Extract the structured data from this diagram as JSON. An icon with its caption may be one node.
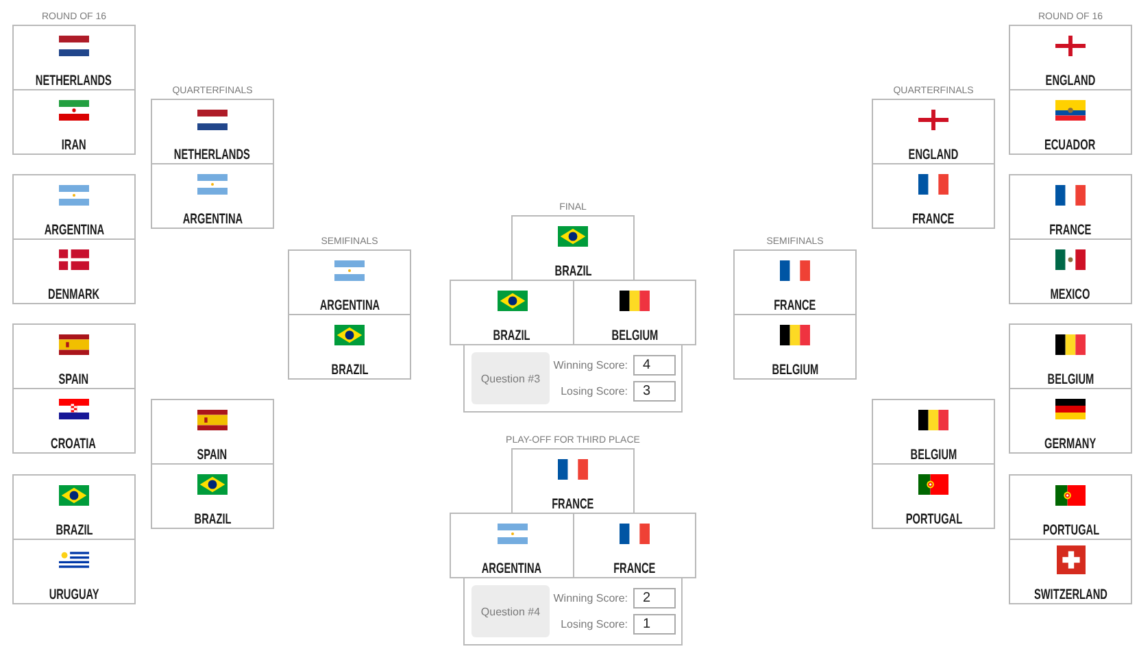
{
  "diagram": {
    "nodes": [
      {
        "text": [
          "NETHERLANDS"
        ]
      },
      {
        "text": [
          "IRAN"
        ]
      },
      {
        "text": [
          "ARGENTINA"
        ]
      },
      {
        "text": [
          "DENMARK"
        ]
      },
      {
        "text": [
          "SPAIN"
        ]
      },
      {
        "text": [
          "CROATIA"
        ]
      },
      {
        "text": [
          "BRAZIL"
        ]
      },
      {
        "text": [
          "URUGUAY"
        ]
      },
      {
        "text": [
          "NETHERLANDS"
        ]
      },
      {
        "text": [
          "ARGENTINA"
        ]
      },
      {
        "text": [
          "SPAIN"
        ]
      },
      {
        "text": [
          "BRAZIL"
        ]
      },
      {
        "text": [
          "ARGENTINA"
        ]
      },
      {
        "text": [
          "BRAZIL"
        ]
      },
      {
        "text": [
          "BRAZIL"
        ]
      },
      {
        "text": [
          "BRAZIL"
        ]
      },
      {
        "text": [
          "BELGIUM"
        ]
      },
      {
        "text": [],
        "shape": "box"
      },
      {
        "text": [
          "Question #3"
        ],
        "in": 17
      },
      {
        "text": [
          "4"
        ],
        "in": 17,
        "beside": [
          "Winning Score:"
        ]
      },
      {
        "text": [
          "3"
        ],
        "in": 17,
        "beside": [
          "Losing Score:"
        ]
      },
      {
        "text": [
          "FRANCE"
        ]
      },
      {
        "text": [
          "ARGENTINA"
        ]
      },
      {
        "text": [
          "FRANCE"
        ]
      },
      {
        "text": [],
        "shape": "box"
      },
      {
        "text": [
          "Question #4"
        ],
        "in": 24
      },
      {
        "text": [
          "2"
        ],
        "in": 24,
        "beside": [
          "Winning Score:"
        ]
      },
      {
        "text": [
          "1"
        ],
        "in": 24,
        "beside": [
          "Losing Score:"
        ]
      },
      {
        "text": [
          "FRANCE"
        ]
      },
      {
        "text": [
          "BELGIUM"
        ]
      },
      {
        "text": [
          "ENGLAND"
        ]
      },
      {
        "text": [
          "FRANCE"
        ]
      },
      {
        "text": [
          "BELGIUM"
        ]
      },
      {
        "text": [
          "PORTUGAL"
        ]
      },
      {
        "text": [
          "ENGLAND"
        ]
      },
      {
        "text": [
          "ECUADOR"
        ]
      },
      {
        "text": [
          "FRANCE"
        ]
      },
      {
        "text": [
          "MEXICO"
        ]
      },
      {
        "text": [
          "BELGIUM"
        ]
      },
      {
        "text": [
          "GERMANY"
        ]
      },
      {
        "text": [
          "PORTUGAL"
        ]
      },
      {
        "text": [
          "SWITZERLAND"
        ]
      }
    ],
    "labels": [
      "ROUND OF 16",
      "QUARTERFINALS",
      "SEMIFINALS",
      "FINAL",
      "PLAY-OFF FOR THIRD PLACE",
      "SEMIFINALS",
      "QUARTERFINALS",
      "ROUND OF 16"
    ]
  }
}
